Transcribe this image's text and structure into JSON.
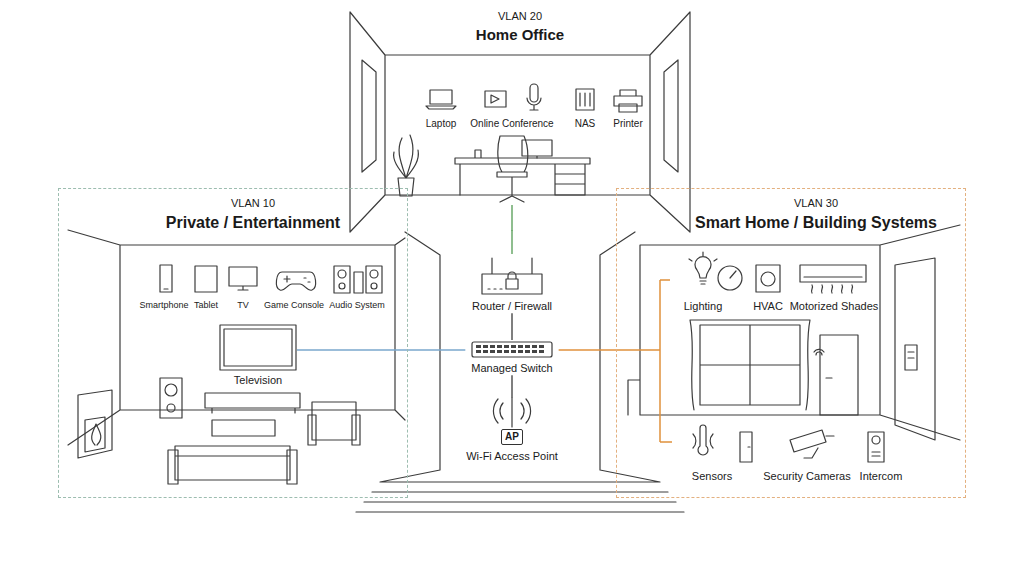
{
  "diagram": {
    "nodes": [
      {
        "text": [
          "VLAN 20",
          "Home Office"
        ]
      },
      {
        "text": [
          "VLAN 10",
          "Private / Entertainment"
        ]
      },
      {
        "text": [
          "VLAN 30",
          "Smart Home / Building Systems"
        ]
      },
      {
        "text": [
          "Router / Firewall"
        ]
      },
      {
        "text": [
          "Managed Switch"
        ]
      },
      {
        "text": [
          "AP",
          "Wi-Fi Access Point"
        ]
      }
    ],
    "edges": [
      {
        "from": 0,
        "to": 3,
        "arrow": "none"
      },
      {
        "from": 3,
        "to": 4,
        "arrow": "none"
      },
      {
        "from": 1,
        "to": 4,
        "arrow": "none"
      },
      {
        "from": 4,
        "to": 2,
        "arrow": "none"
      },
      {
        "from": 4,
        "to": 5,
        "arrow": "none"
      }
    ],
    "labels": [
      "Laptop",
      "Online Conference",
      "NAS",
      "Printer",
      "Smartphone",
      "Tablet",
      "TV",
      "Game Console",
      "Audio System",
      "Television",
      "Lighting",
      "HVAC",
      "Motorized Shades",
      "Sensors",
      "Security Cameras",
      "Intercom"
    ]
  }
}
